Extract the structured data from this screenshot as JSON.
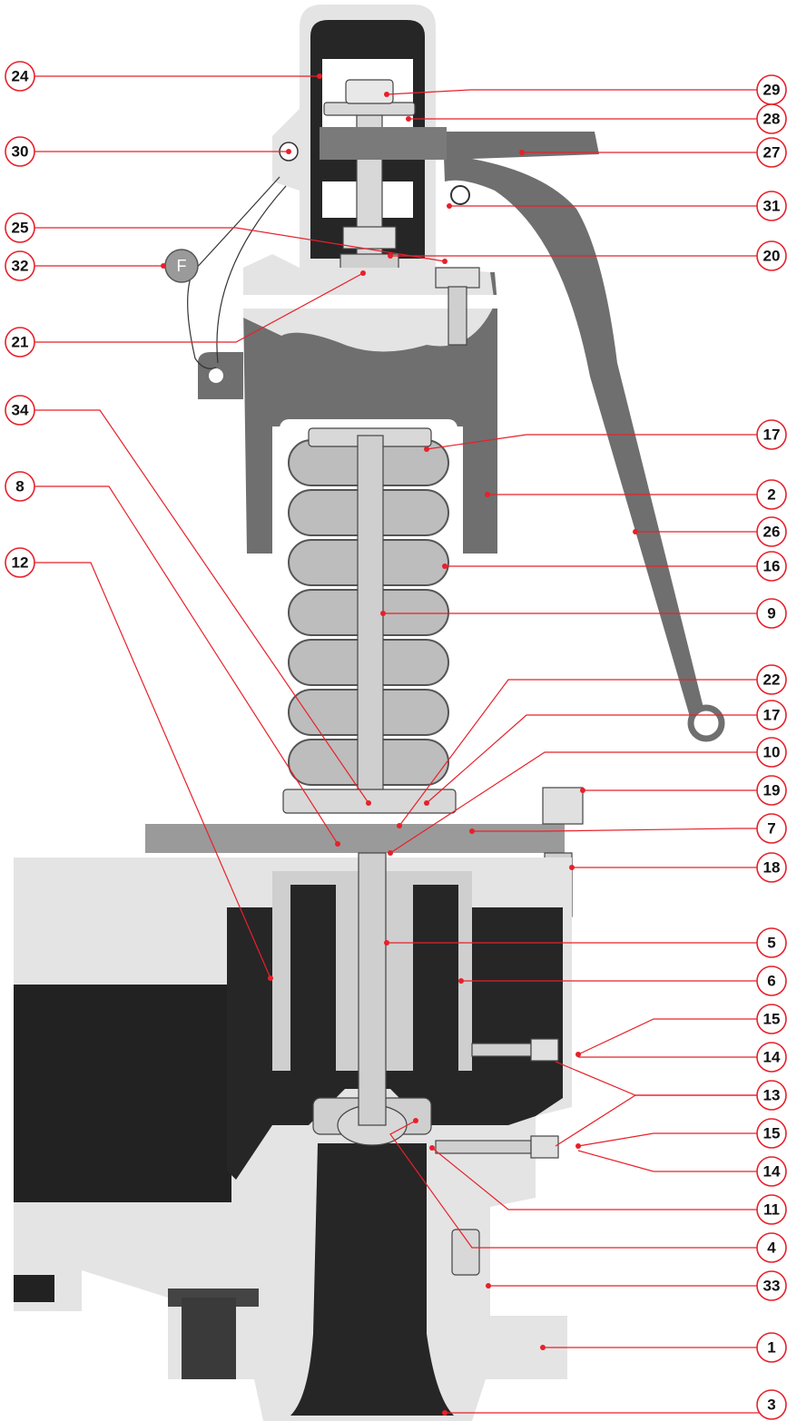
{
  "colors": {
    "leader": "#e8202a",
    "body_light": "#e4e4e4",
    "body_mid": "#cfcfcf",
    "cavity_dark": "#262626",
    "bonnet_mid": "#6f6f6f"
  },
  "marker_letter": "F",
  "callouts": [
    {
      "id": "c24",
      "label": "24"
    },
    {
      "id": "c30",
      "label": "30"
    },
    {
      "id": "c25",
      "label": "25"
    },
    {
      "id": "c32",
      "label": "32"
    },
    {
      "id": "c21",
      "label": "21"
    },
    {
      "id": "c34",
      "label": "34"
    },
    {
      "id": "c8",
      "label": "8"
    },
    {
      "id": "c12",
      "label": "12"
    },
    {
      "id": "c29",
      "label": "29"
    },
    {
      "id": "c28",
      "label": "28"
    },
    {
      "id": "c27",
      "label": "27"
    },
    {
      "id": "c31",
      "label": "31"
    },
    {
      "id": "c20",
      "label": "20"
    },
    {
      "id": "c17a",
      "label": "17"
    },
    {
      "id": "c2",
      "label": "2"
    },
    {
      "id": "c26",
      "label": "26"
    },
    {
      "id": "c16",
      "label": "16"
    },
    {
      "id": "c9",
      "label": "9"
    },
    {
      "id": "c22",
      "label": "22"
    },
    {
      "id": "c17b",
      "label": "17"
    },
    {
      "id": "c10",
      "label": "10"
    },
    {
      "id": "c19",
      "label": "19"
    },
    {
      "id": "c7",
      "label": "7"
    },
    {
      "id": "c18",
      "label": "18"
    },
    {
      "id": "c5",
      "label": "5"
    },
    {
      "id": "c6",
      "label": "6"
    },
    {
      "id": "c15a",
      "label": "15"
    },
    {
      "id": "c14a",
      "label": "14"
    },
    {
      "id": "c13",
      "label": "13"
    },
    {
      "id": "c15b",
      "label": "15"
    },
    {
      "id": "c14b",
      "label": "14"
    },
    {
      "id": "c11",
      "label": "11"
    },
    {
      "id": "c4",
      "label": "4"
    },
    {
      "id": "c33",
      "label": "33"
    },
    {
      "id": "c1",
      "label": "1"
    },
    {
      "id": "c3",
      "label": "3"
    }
  ]
}
